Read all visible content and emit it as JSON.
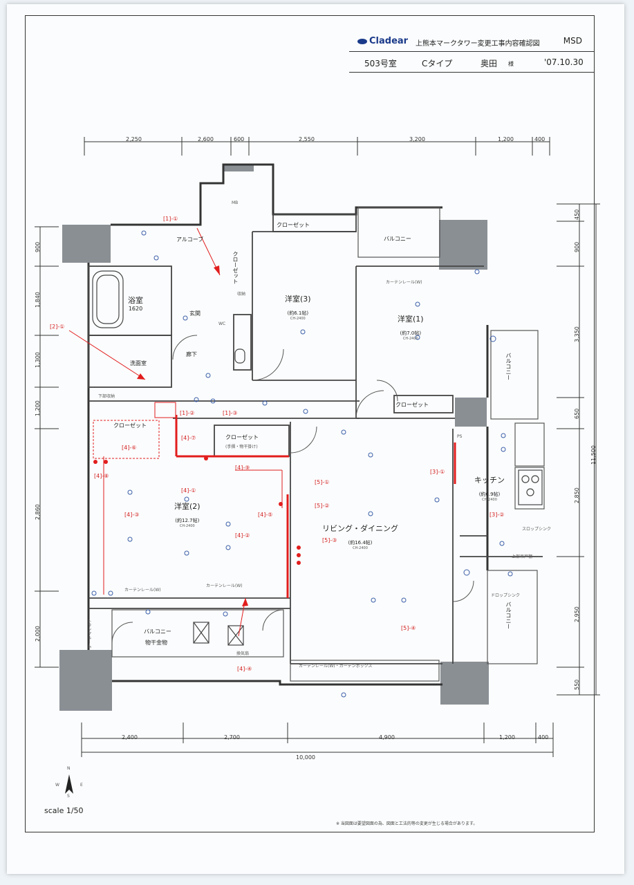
{
  "header": {
    "logo": "Cladear",
    "project": "上熊本マークタワー変更工事内容確認図",
    "code": "MSD",
    "unit": "503号室",
    "type": "Cタイプ",
    "owner": "奥田",
    "owner_suffix": "様",
    "date": "'07.10.30"
  },
  "dimensions": {
    "top": [
      "2,250",
      "2,600",
      "600",
      "2,550",
      "3,200",
      "1,200",
      "400"
    ],
    "bottom": [
      "2,400",
      "2,700",
      "4,900",
      "1,200",
      "400"
    ],
    "bottom_total": "10,000",
    "left": [
      "900",
      "1,840",
      "1,300",
      "1,200",
      "2,860",
      "2,000"
    ],
    "right": [
      "450",
      "900",
      "3,350",
      "650",
      "2,850",
      "2,950",
      "550"
    ],
    "right_total": "11,500"
  },
  "rooms": {
    "bath": {
      "name": "浴室",
      "size": "1620"
    },
    "wash": "洗面室",
    "entrance": "玄関",
    "corridor": "廊下",
    "alcove": "アルコーブ",
    "western3": {
      "name": "洋室(3)",
      "area": "(約6.1帖)",
      "code": "CH-2400"
    },
    "western1": {
      "name": "洋室(1)",
      "area": "(約7.0帖)",
      "code": "CH-2400"
    },
    "western2": {
      "name": "洋室(2)",
      "area": "(約12.7帖)",
      "code": "CH-2400"
    },
    "living": {
      "name": "リビング・ダイニング",
      "area": "(約16.4帖)",
      "code": "CH-2400"
    },
    "kitchen": {
      "name": "キッチン",
      "area": "(約6.9帖)",
      "code": "CH-2400"
    },
    "closet_top": "クローゼット",
    "closet_mid": "クローゼット",
    "closet_w2": "クローゼット",
    "closet_small": "クローゼット",
    "closet_hall": "クローゼット",
    "hanger": "(手摺・物干掛け)",
    "balcony_top": "バルコニー",
    "balcony_right": "バルコニー",
    "balcony_kitchen": "バルコニー",
    "balcony_bottom": "バルコニー",
    "balcony_bottom_sub": "物干金物",
    "curtain1": "カーテンレール(W)",
    "curtain2": "カーテンレール(W)",
    "curtain3": "カーテンレール(W)",
    "curtain_living": "カーテンレール(W)・カーテンボックス",
    "trunk": "トランクルーム",
    "pipe": "PS",
    "toilet": "WC",
    "shelf": "上部吊戸棚",
    "drop": "ドロップシンク",
    "storage": "収納",
    "slop": "スロップシンク",
    "vent": "換気扇",
    "meter": "MB",
    "lower": "下部収納"
  },
  "red_tags": [
    "[1]-①",
    "[1]-②",
    "[1]-③",
    "[2]-①",
    "[4]-⑦",
    "[4]-⑥",
    "[4]-⑧",
    "[4]-⑨",
    "[4]-①",
    "[4]-②",
    "[4]-③",
    "[4]-④",
    "[4]-⑤",
    "[5]-①",
    "[5]-②",
    "[5]-③",
    "[5]-④",
    "[3]-①",
    "[3]-②"
  ],
  "scale": "scale 1/50",
  "compass": {
    "n": "N",
    "s": "S",
    "e": "E",
    "w": "W"
  },
  "footnote": "※ 当図面は要望図面の為、図面と工法的等の変更が生じる場合があります。"
}
